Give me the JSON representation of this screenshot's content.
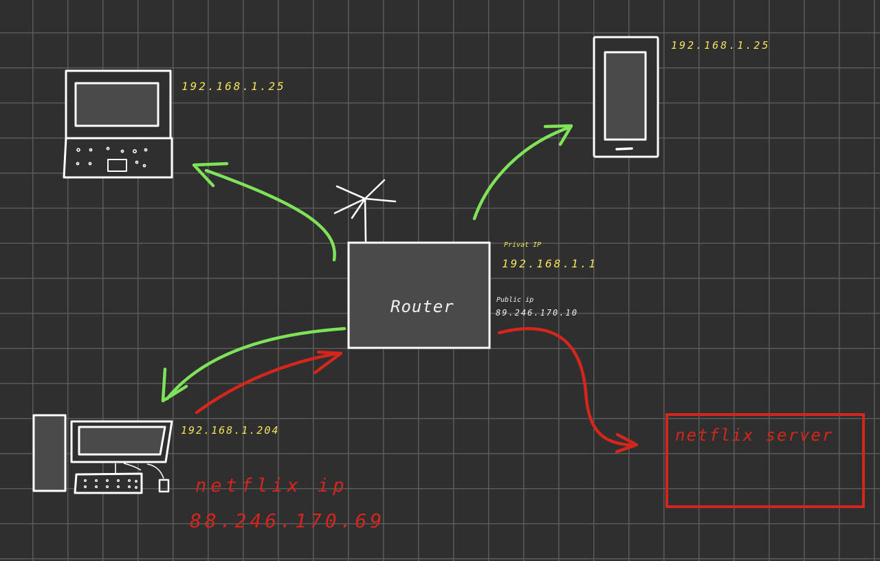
{
  "colors": {
    "background": "#2f2f2f",
    "grid": "#5a5a5a",
    "device_outline": "#ffffff",
    "device_fill": "#4a4a4a",
    "ip_label": "#f2e35a",
    "lan_arrow": "#7fe35a",
    "internet_arrow": "#d4261c"
  },
  "devices": {
    "laptop": {
      "ip": "192.168.1.25"
    },
    "phone": {
      "ip": "192.168.1.25"
    },
    "desktop": {
      "ip": "192.168.1.204"
    },
    "router": {
      "label": "Router",
      "private_ip_title": "Privat IP",
      "private_ip": "192.168.1.1",
      "public_ip_title": "Public ip",
      "public_ip": "89.246.170.10"
    }
  },
  "netflix": {
    "ip_title": "netflix ip",
    "ip": "88.246.170.69",
    "server_label": "netflix server"
  },
  "icons": {
    "laptop": "laptop-icon",
    "phone": "smartphone-icon",
    "desktop": "desktop-computer-icon",
    "router": "router-icon",
    "antenna": "antenna-icon",
    "server": "server-box-icon"
  }
}
